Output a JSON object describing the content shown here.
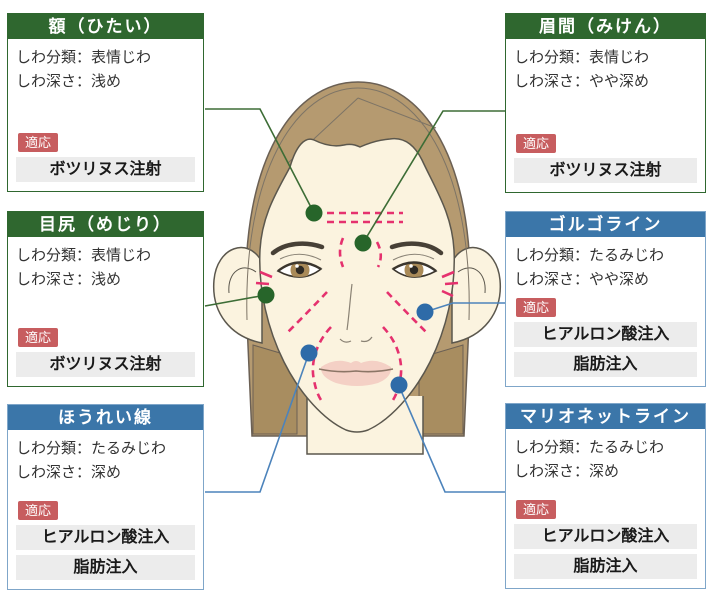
{
  "panels": {
    "hitai": {
      "title": "額（ひたい）",
      "classification": "しわ分類：表情じわ",
      "depth": "しわ深さ：浅め",
      "badge": "適応",
      "treatments": [
        "ボツリヌス注射"
      ]
    },
    "miken": {
      "title": "眉間（みけん）",
      "classification": "しわ分類：表情じわ",
      "depth": "しわ深さ：やや深め",
      "badge": "適応",
      "treatments": [
        "ボツリヌス注射"
      ]
    },
    "mejiri": {
      "title": "目尻（めじり）",
      "classification": "しわ分類：表情じわ",
      "depth": "しわ深さ：浅め",
      "badge": "適応",
      "treatments": [
        "ボツリヌス注射"
      ]
    },
    "gorugo": {
      "title": "ゴルゴライン",
      "classification": "しわ分類：たるみじわ",
      "depth": "しわ深さ：やや深め",
      "badge": "適応",
      "treatments": [
        "ヒアルロン酸注入",
        "脂肪注入"
      ]
    },
    "hourei": {
      "title": "ほうれい線",
      "classification": "しわ分類：たるみじわ",
      "depth": "しわ深さ：深め",
      "badge": "適応",
      "treatments": [
        "ヒアルロン酸注入",
        "脂肪注入"
      ]
    },
    "marionette": {
      "title": "マリオネットライン",
      "classification": "しわ分類：たるみじわ",
      "depth": "しわ深さ：深め",
      "badge": "適応",
      "treatments": [
        "ヒアルロン酸注入",
        "脂肪注入"
      ]
    }
  },
  "colors": {
    "green_header": "#2f672f",
    "blue_header": "#3b76a9",
    "blue_border": "#7fa6c9",
    "badge_red": "#c75d5f",
    "treatment_bg": "#ececec",
    "wrinkle_pink": "#e5316e",
    "marker_green": "#27652a",
    "marker_blue": "#2e6ba8",
    "connector_green": "#3d6d36",
    "connector_blue": "#4c83bb",
    "hair": "#b59a70",
    "skin": "#fbf3df"
  }
}
